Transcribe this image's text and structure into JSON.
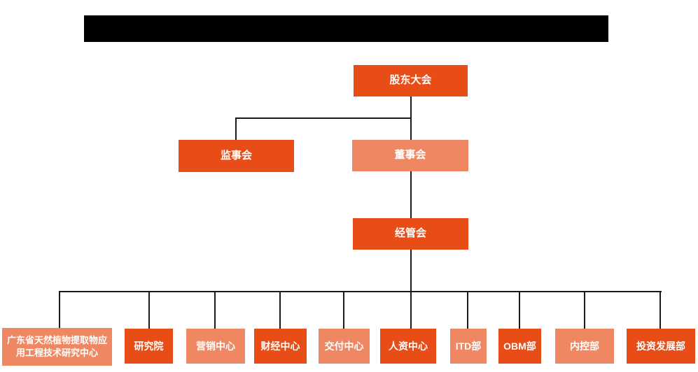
{
  "colors": {
    "node_dark": "#e84c17",
    "node_light": "#ef8862",
    "connector": "#1a1a1a",
    "redaction_bar": "#000000",
    "background": "#ffffff",
    "node_text": "#ffffff"
  },
  "redacted_title": {
    "present": true,
    "text": ""
  },
  "org_chart": {
    "nodes": [
      {
        "id": "shareholders-meeting",
        "label": "股东大会",
        "variant": "dark",
        "parent": null
      },
      {
        "id": "supervisory-board",
        "label": "监事会",
        "variant": "dark",
        "parent": "shareholders-meeting"
      },
      {
        "id": "board-of-directors",
        "label": "董事会",
        "variant": "light",
        "parent": "shareholders-meeting"
      },
      {
        "id": "management-committee",
        "label": "经管会",
        "variant": "dark",
        "parent": "board-of-directors"
      },
      {
        "id": "gd-natural-plant-extract-center",
        "label": "广东省天然植物提取物应\n用工程技术研究中心",
        "variant": "light",
        "parent": "management-committee"
      },
      {
        "id": "research-institute",
        "label": "研究院",
        "variant": "dark",
        "parent": "management-committee"
      },
      {
        "id": "marketing-center",
        "label": "营销中心",
        "variant": "light",
        "parent": "management-committee"
      },
      {
        "id": "finance-center",
        "label": "财经中心",
        "variant": "dark",
        "parent": "management-committee"
      },
      {
        "id": "delivery-center",
        "label": "交付中心",
        "variant": "light",
        "parent": "management-committee"
      },
      {
        "id": "hr-center",
        "label": "人资中心",
        "variant": "dark",
        "parent": "management-committee"
      },
      {
        "id": "itd-dept",
        "label": "ITD部",
        "variant": "light",
        "parent": "management-committee"
      },
      {
        "id": "obm-dept",
        "label": "OBM部",
        "variant": "dark",
        "parent": "management-committee"
      },
      {
        "id": "internal-control-dept",
        "label": "内控部",
        "variant": "light",
        "parent": "management-committee"
      },
      {
        "id": "investment-development-dept",
        "label": "投资发展部",
        "variant": "dark",
        "parent": "management-committee"
      }
    ]
  }
}
